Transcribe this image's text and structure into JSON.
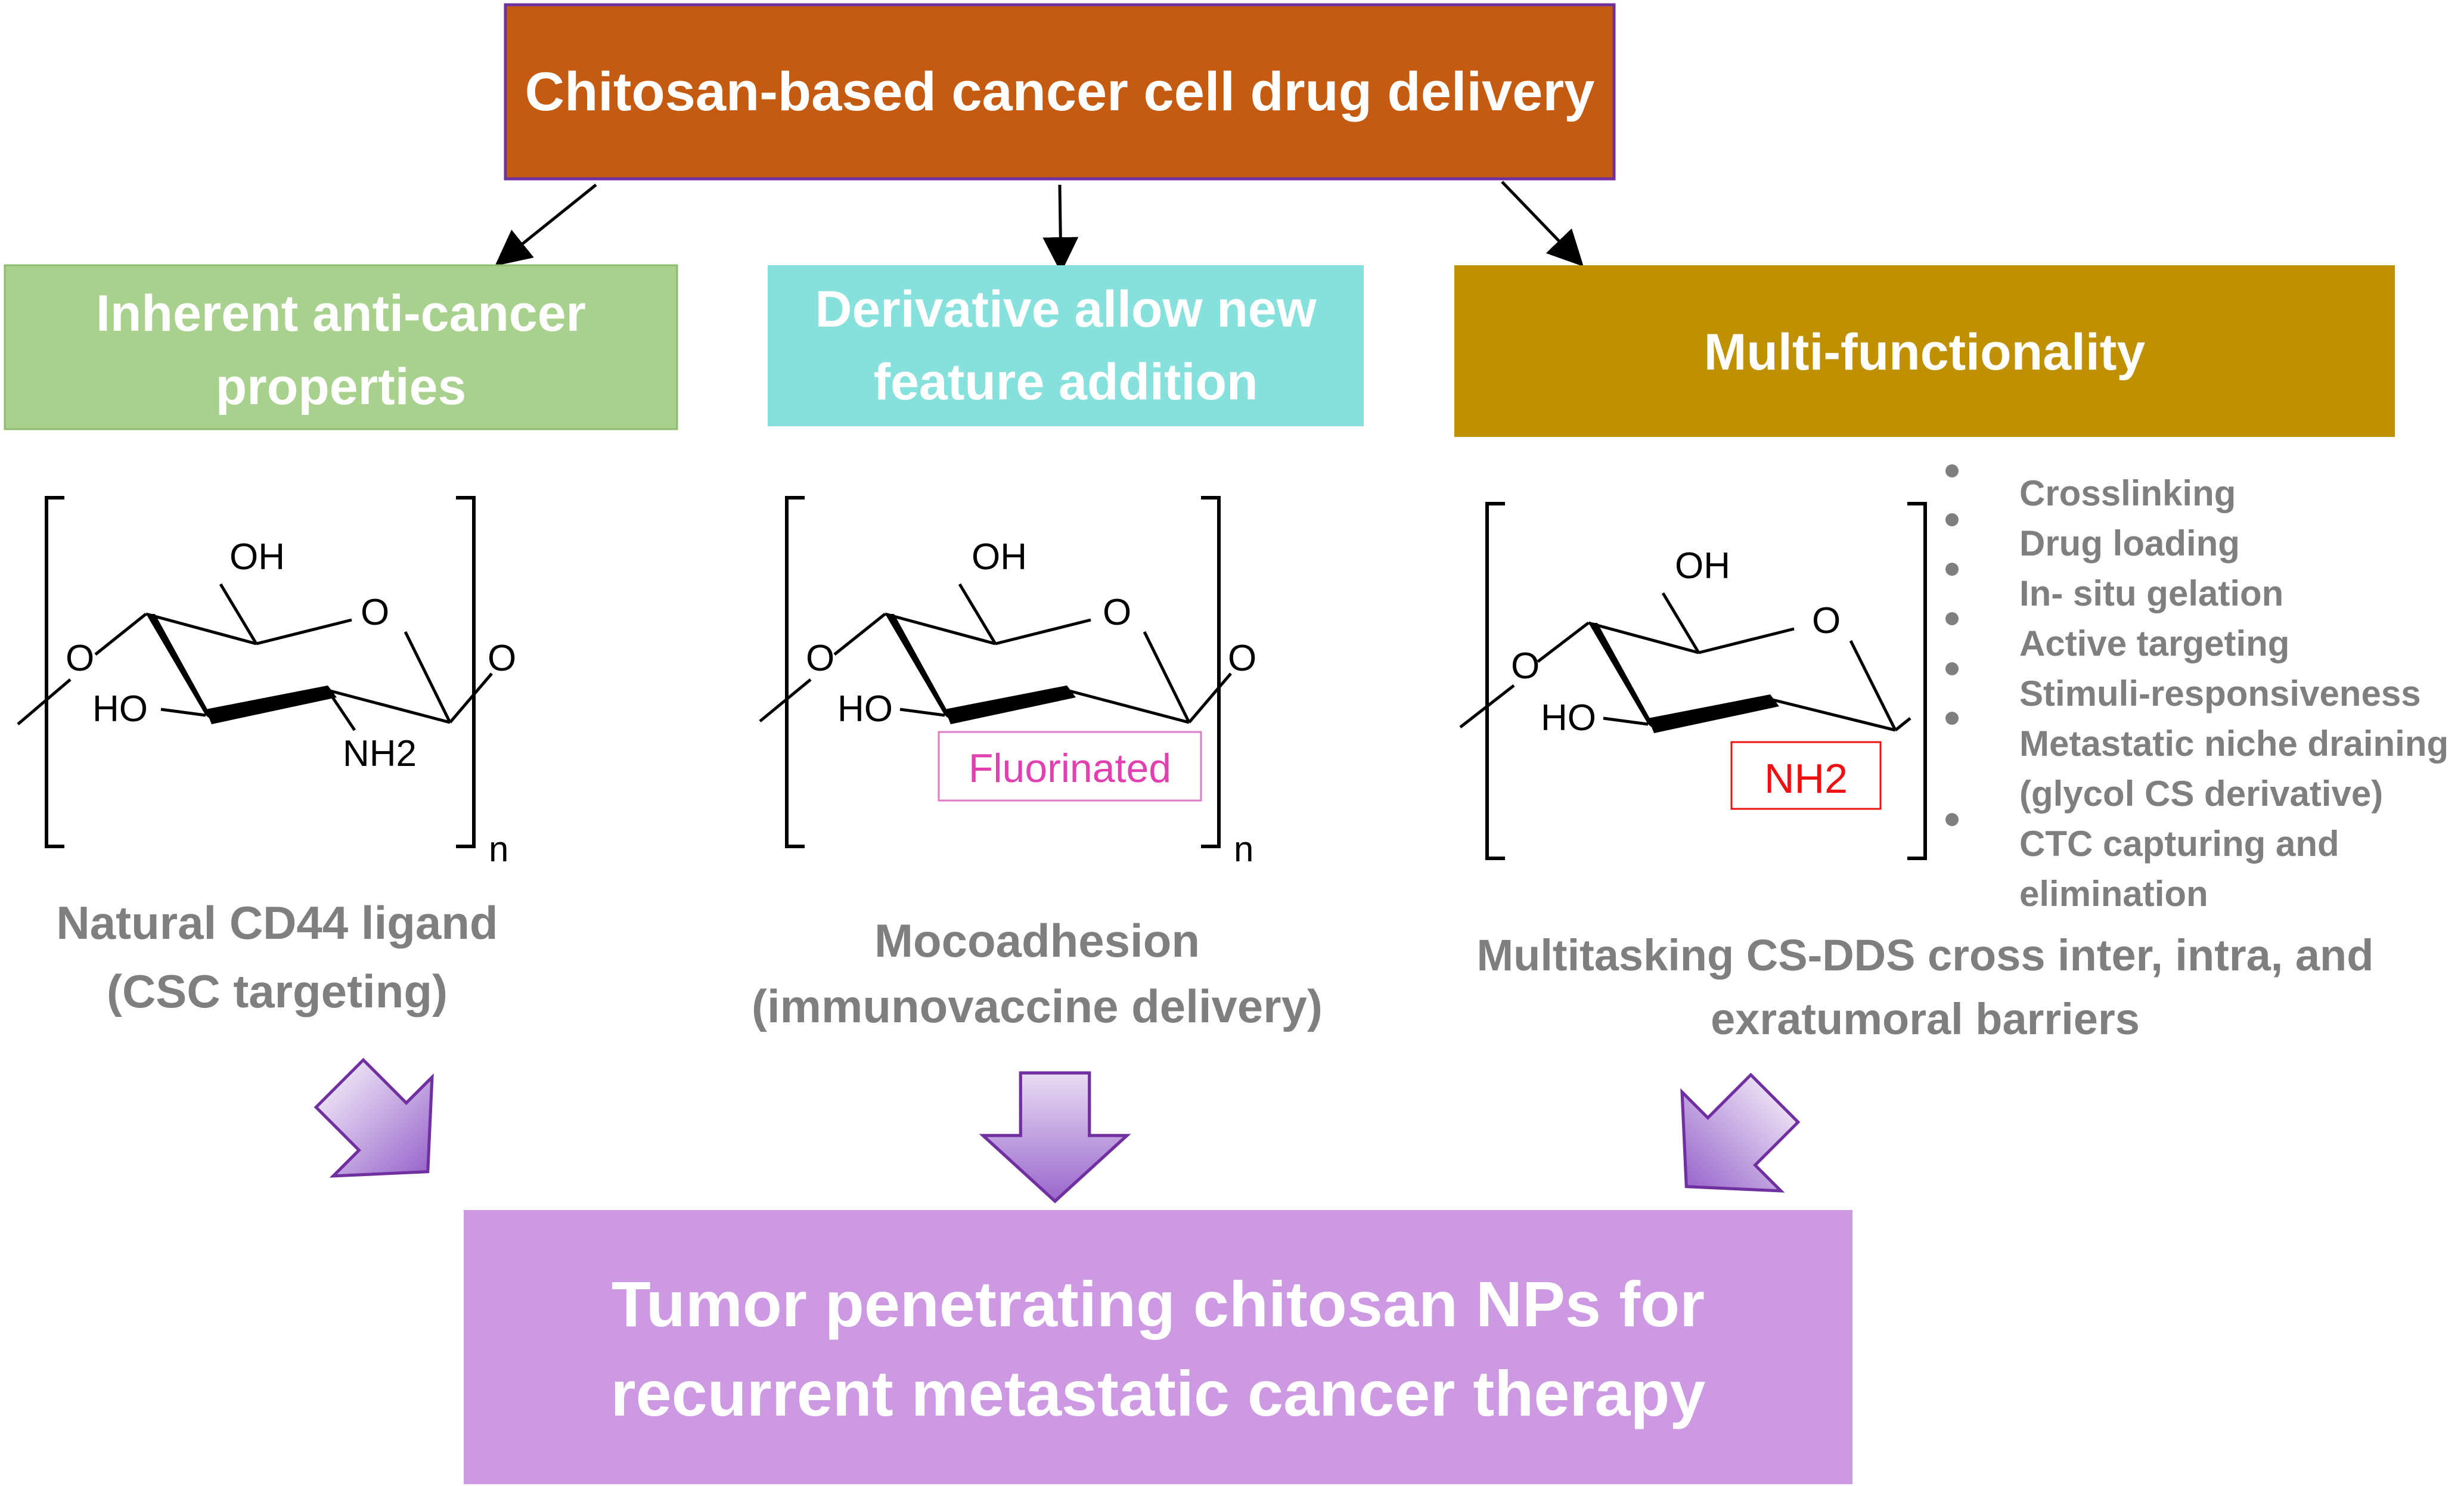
{
  "colors": {
    "title_box": "#c55a11",
    "box_left": "#a9d18e",
    "box_mid": "#86e0dc",
    "box_right": "#bf9000",
    "bottom_box": "#cc99e2",
    "caption_gray": "#7f7f7f",
    "fluorinated_pink": "#e040b0",
    "nh2_red": "#ee1111",
    "arrow_fill_light": "#e8dcf3",
    "arrow_fill_dark": "#9966cc",
    "arrow_stroke": "#7030a0"
  },
  "title": "Chitosan-based cancer cell drug delivery",
  "columns": [
    {
      "heading_line1": "Inherent anti-cancer",
      "heading_line2": "properties",
      "caption_line1": "Natural CD44 ligand",
      "caption_line2": "(CSC targeting)",
      "structure": {
        "oh": "OH",
        "ring_o": "O",
        "ho": "HO",
        "amine": "NH2",
        "subscript": "n"
      }
    },
    {
      "heading_line1": "Derivative allow new",
      "heading_line2": "feature addition",
      "caption_line1": "Mocoadhesion",
      "caption_line2": "(immunovaccine delivery)",
      "structure": {
        "oh": "OH",
        "ring_o": "O",
        "ho": "HO",
        "label": "Fluorinated",
        "subscript": "n"
      }
    },
    {
      "heading_line1": "Multi-functionality",
      "caption_line1": "Multitasking CS-DDS cross inter, intra, and",
      "caption_line2": "exratumoral barriers",
      "structure": {
        "oh": "OH",
        "ring_o": "O",
        "ho": "HO",
        "amine": "NH2"
      },
      "features": [
        "Crosslinking",
        "Drug loading",
        "In- situ gelation",
        "Active targeting",
        "Stimuli-responsiveness",
        "Metastatic niche draining",
        "(glycol CS derivative)",
        "CTC capturing and",
        "elimination"
      ]
    }
  ],
  "bottom_line1": "Tumor penetrating chitosan NPs for",
  "bottom_line2": "recurrent metastatic cancer therapy"
}
